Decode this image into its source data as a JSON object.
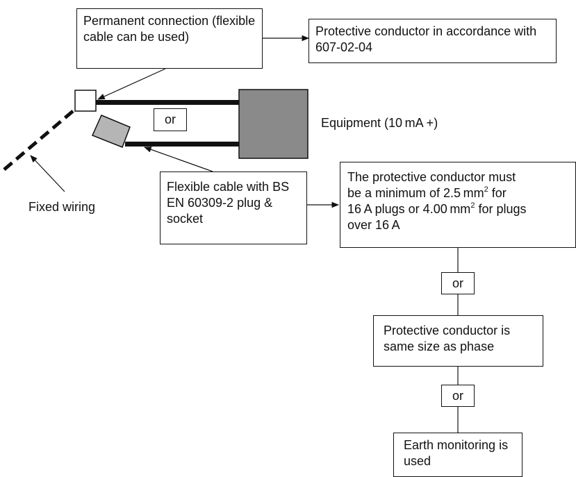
{
  "boxes": {
    "permanent_connection": "Permanent connection (flexible cable can be used)",
    "protective_conductor_607": "Protective conductor in accordance with 607-02-04",
    "or_cable": "or",
    "flexible_cable": "Flexible cable with BS EN 60309-2 plug & socket",
    "min_size": {
      "line1": "The protective conductor must",
      "line2a": "be a minimum of 2.5 mm",
      "sup1": "2",
      "line2b": " for",
      "line3a": "16 A plugs or 4.00 mm",
      "sup2": "2",
      "line3b": " for plugs",
      "line4": "over 16 A"
    },
    "or_1": "or",
    "same_size": "Protective conductor is same size as phase",
    "or_2": "or",
    "earth_monitoring": "Earth monitoring is used"
  },
  "labels": {
    "equipment": "Equipment (10 mA +)",
    "fixed_wiring": "Fixed wiring"
  },
  "colors": {
    "line": "#111111",
    "equipment_fill": "#8a8a8a",
    "plug_fill": "#b5b5b5"
  }
}
